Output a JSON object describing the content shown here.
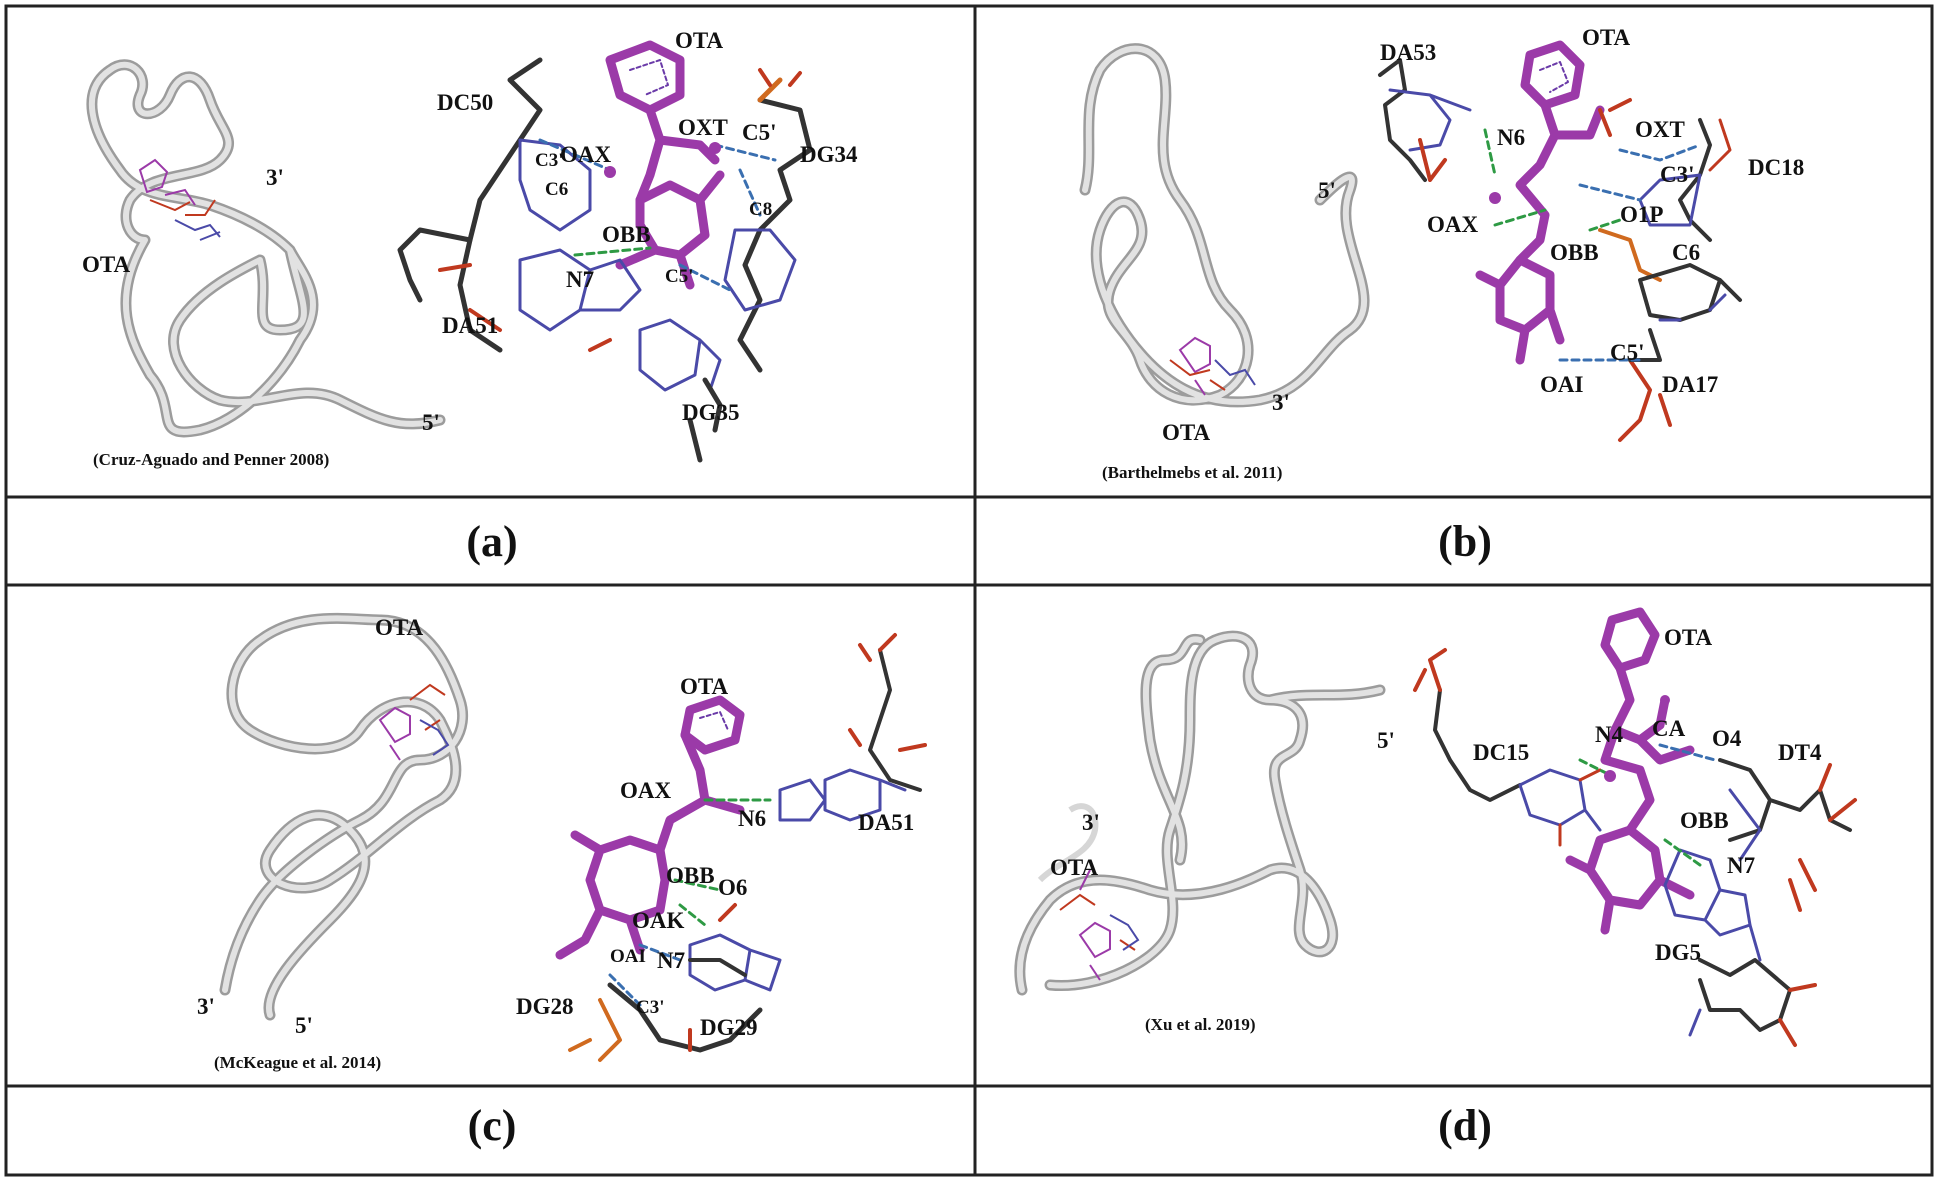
{
  "colors": {
    "ribbon": "#d6d6d6",
    "ribbon_edge": "#9c9c9c",
    "ota": "#9b3aa8",
    "backbone": "#333333",
    "nitrogen": "#4a4aa8",
    "oxygen": "#c0391f",
    "phosphorus": "#d06a1f",
    "hbond_blue": "#3a6fb0",
    "hbond_green": "#2e9a44",
    "border": "#222222"
  },
  "panels": [
    {
      "label": "(a)",
      "citation": "(Cruz-Aguado and Penner 2008)",
      "ribbon_labels": [
        "OTA",
        "3'",
        "5'"
      ],
      "atom_labels": [
        "OTA",
        "DC50",
        "C3'",
        "OAX",
        "C6",
        "OXT",
        "C5'",
        "DG34",
        "C8",
        "OBB",
        "C5'",
        "N7",
        "DA51",
        "DG35"
      ]
    },
    {
      "label": "(b)",
      "citation": "(Barthelmebs et al. 2011)",
      "ribbon_labels": [
        "5'",
        "3'",
        "OTA"
      ],
      "atom_labels": [
        "DA53",
        "OTA",
        "N6",
        "OXT",
        "C3'",
        "DC18",
        "OAX",
        "O1P",
        "OBB",
        "C6",
        "C5'",
        "OAI",
        "DA17"
      ]
    },
    {
      "label": "(c)",
      "citation": "(McKeague et al. 2014)",
      "ribbon_labels": [
        "OTA",
        "3'",
        "5'"
      ],
      "atom_labels": [
        "OTA",
        "OAX",
        "DA51",
        "N6",
        "OBB",
        "O6",
        "OAK",
        "OAI",
        "N7",
        "DG28",
        "C3'",
        "DG29"
      ]
    },
    {
      "label": "(d)",
      "citation": "(Xu et al. 2019)",
      "ribbon_labels": [
        "5'",
        "3'",
        "OTA"
      ],
      "atom_labels": [
        "OTA",
        "DC15",
        "N4",
        "CA",
        "O4",
        "DT4",
        "OBB",
        "N7",
        "DG5"
      ]
    }
  ]
}
